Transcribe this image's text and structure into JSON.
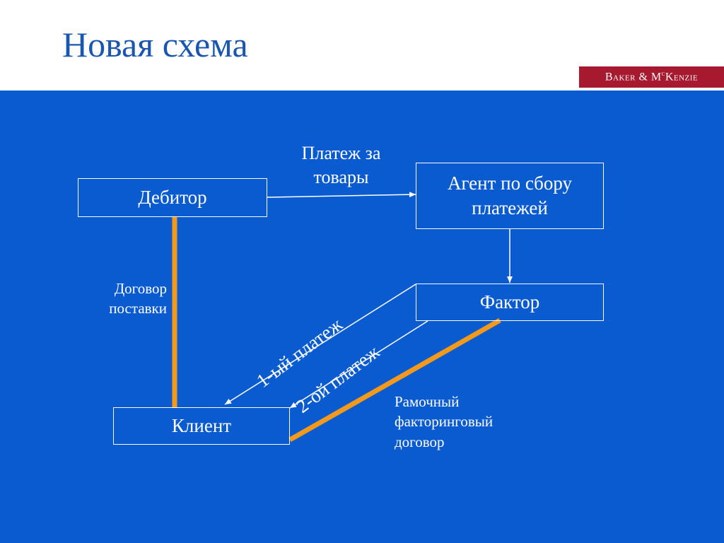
{
  "slide": {
    "title": "Новая схема",
    "logo": {
      "name": "Baker & McKenzie"
    }
  },
  "nodes": {
    "debtor": "Дебитор",
    "agent_line1": "Агент по сбору",
    "agent_line2": "платежей",
    "factor": "Фактор",
    "client": "Клиент"
  },
  "labels": {
    "payment_goods_line1": "Платеж за",
    "payment_goods_line2": "товары",
    "supply_contract_line1": "Договор",
    "supply_contract_line2": "поставки",
    "first_payment": "1-ый платеж",
    "second_payment": "2-ой платеж",
    "framework_line1": "Рамочный",
    "framework_line2": "факторинговый",
    "framework_line3": "договор"
  },
  "colors": {
    "title": "#1a56b0",
    "panel": "#0b5bd0",
    "logo_bg": "#a6192e",
    "contract_line": "#f39a1c",
    "arrow": "#ffffff"
  }
}
